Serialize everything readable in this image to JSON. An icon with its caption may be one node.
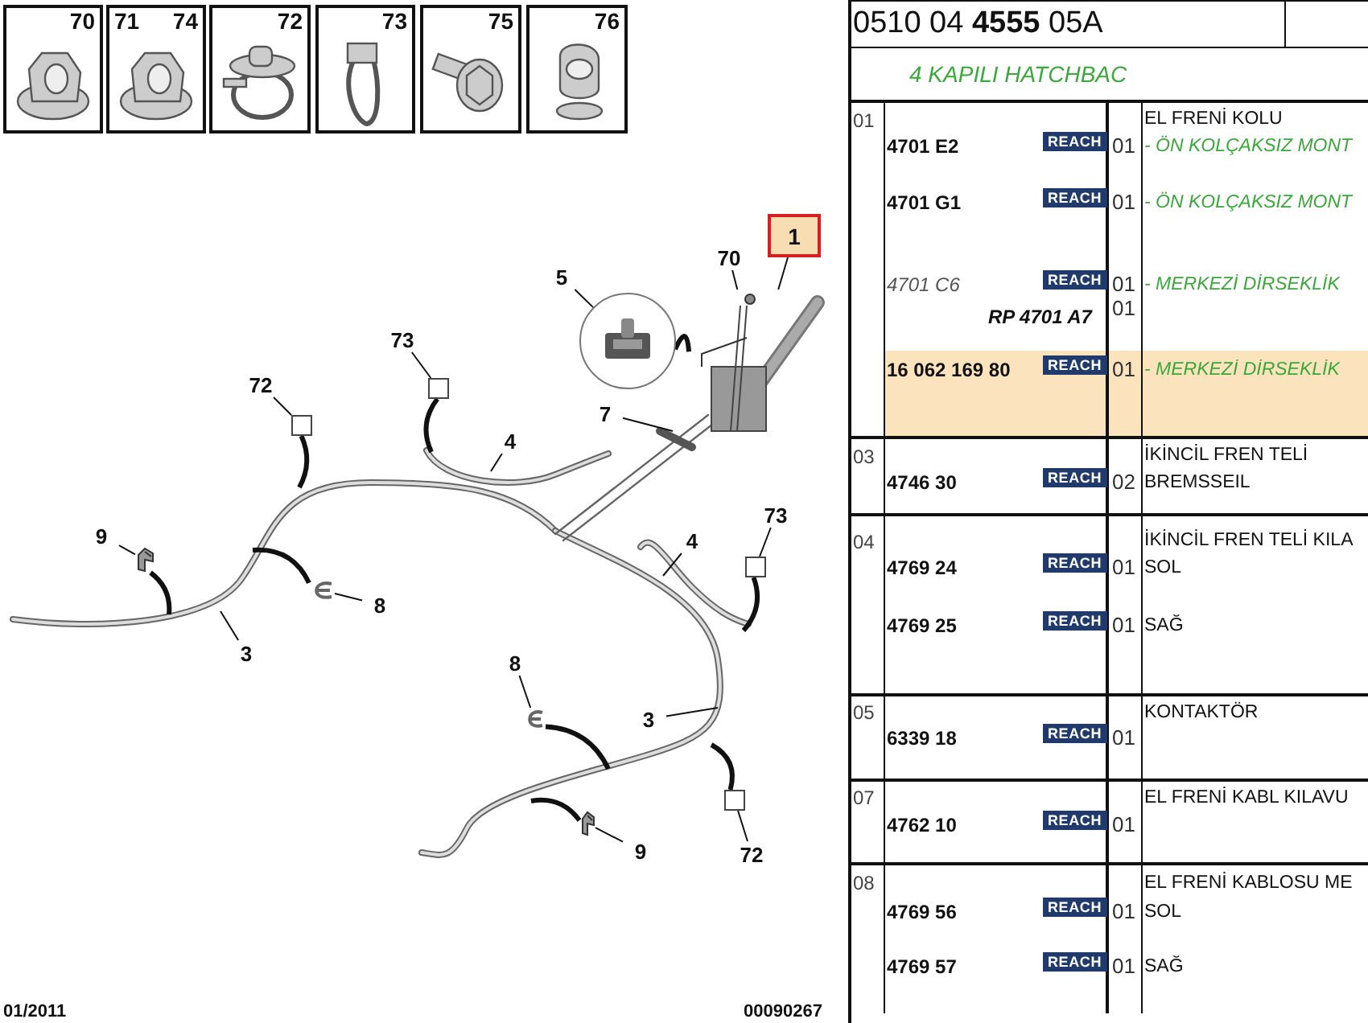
{
  "diagram": {
    "nodes": [
      {
        "text": [
          "70"
        ]
      },
      {
        "text": [
          "71",
          "74"
        ]
      },
      {
        "text": [
          "72"
        ]
      },
      {
        "text": [
          "73"
        ]
      },
      {
        "text": [
          "75"
        ]
      },
      {
        "text": [
          "76"
        ]
      },
      {
        "text": [
          "1"
        ]
      },
      {
        "text": [
          "70"
        ]
      },
      {
        "text": [
          "5"
        ]
      },
      {
        "text": [
          "73"
        ]
      },
      {
        "text": [
          "72"
        ]
      },
      {
        "text": [
          "7"
        ]
      },
      {
        "text": [
          "4"
        ]
      },
      {
        "text": [
          "4"
        ]
      },
      {
        "text": [
          "73"
        ]
      },
      {
        "text": [
          "9"
        ]
      },
      {
        "text": [
          "8"
        ]
      },
      {
        "text": [
          "3"
        ]
      },
      {
        "text": [
          "8"
        ]
      },
      {
        "text": [
          "3"
        ]
      },
      {
        "text": [
          "9"
        ]
      },
      {
        "text": [
          "72"
        ]
      },
      {
        "text": [],
        "shape": "picture"
      },
      {
        "text": [],
        "shape": "circle"
      },
      {
        "text": [],
        "shape": "box"
      },
      {
        "text": [],
        "shape": "box"
      },
      {
        "text": [],
        "shape": "box"
      },
      {
        "text": [],
        "shape": "box"
      },
      {
        "text": [],
        "shape": "picture"
      },
      {
        "text": [],
        "shape": "picture"
      },
      {
        "text": [],
        "shape": "picture"
      },
      {
        "text": [],
        "shape": "picture"
      }
    ],
    "edges": [
      {
        "from": 6,
        "to": 22,
        "arrow": "none"
      },
      {
        "from": 7,
        "to": 22,
        "arrow": "none"
      },
      {
        "from": 8,
        "to": 23,
        "arrow": "none"
      },
      {
        "from": 9,
        "to": 24,
        "arrow": "none"
      },
      {
        "from": 10,
        "to": 25,
        "arrow": "none"
      },
      {
        "from": 11,
        "to": null,
        "arrow": "none"
      },
      {
        "from": 12,
        "to": null,
        "arrow": "none"
      },
      {
        "from": 13,
        "to": null,
        "arrow": "none"
      },
      {
        "from": 14,
        "to": 26,
        "arrow": "none"
      },
      {
        "from": 15,
        "to": 28,
        "arrow": "none"
      },
      {
        "from": 16,
        "to": 29,
        "arrow": "none"
      },
      {
        "from": 17,
        "to": null,
        "arrow": "none"
      },
      {
        "from": 18,
        "to": 30,
        "arrow": "none"
      },
      {
        "from": 19,
        "to": null,
        "arrow": "none"
      },
      {
        "from": 20,
        "to": 31,
        "arrow": "none"
      },
      {
        "from": 21,
        "to": 27,
        "arrow": "none"
      },
      {
        "from": 23,
        "to": 22,
        "arrow": "none",
        "style": "thick"
      },
      {
        "from": 24,
        "to": null,
        "arrow": "none",
        "style": "thick"
      },
      {
        "from": 25,
        "to": null,
        "arrow": "none",
        "style": "thick"
      },
      {
        "from": 26,
        "to": null,
        "arrow": "none",
        "style": "thick"
      },
      {
        "from": 27,
        "to": null,
        "arrow": "none",
        "style": "thick"
      },
      {
        "from": 28,
        "to": null,
        "arrow": "none",
        "style": "thick"
      },
      {
        "from": 29,
        "to": null,
        "arrow": "none",
        "style": "thick"
      },
      {
        "from": 30,
        "to": null,
        "arrow": "none",
        "style": "thick"
      },
      {
        "from": 31,
        "to": null,
        "arrow": "none",
        "style": "thick"
      }
    ],
    "labels": [
      "0510 04 **4555** 05A",
      "4 KAPILI HATCHBAC",
      "01",
      "EL FRENİ KOLU",
      "4701 E2",
      "REACH",
      "01",
      "- ÖN KOLÇAKSIZ MONT",
      "4701 G1",
      "REACH",
      "01",
      "- ÖN KOLÇAKSIZ MONT",
      "4701 C6",
      "REACH",
      "01",
      "- MERKEZİ DİRSEKLİK",
      "RP 4701 A7",
      "01",
      "16 062 169 80",
      "REACH",
      "01",
      "- MERKEZİ DİRSEKLİK",
      "03",
      "İKİNCİL FREN TELİ",
      "4746 30",
      "REACH",
      "02",
      "BREMSSEIL",
      "04",
      "İKİNCİL FREN TELİ KILA",
      "4769 24",
      "REACH",
      "01",
      "SOL",
      "4769 25",
      "REACH",
      "01",
      "SAĞ",
      "05",
      "KONTAKTÖR",
      "6339 18",
      "REACH",
      "01",
      "07",
      "EL FRENİ KABL KILAVU",
      "4762 10",
      "REACH",
      "01",
      "08",
      "EL FRENİ KABLOSU ME",
      "4769 56",
      "REACH",
      "01",
      "SOL",
      "4769 57",
      "REACH",
      "01",
      "SAĞ",
      "01/2011",
      "00090267"
    ]
  }
}
